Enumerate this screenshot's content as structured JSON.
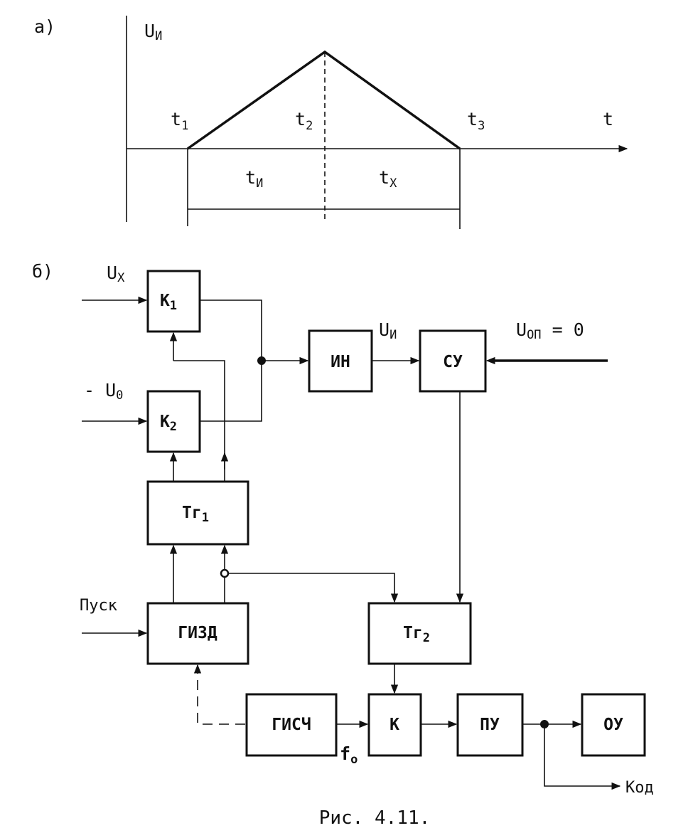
{
  "panel_a": {
    "label": "а)",
    "y_axis_label": {
      "main": "U",
      "sub": "И"
    },
    "x_axis_label": "t",
    "t1": {
      "main": "t",
      "sub": "1"
    },
    "t2": {
      "main": "t",
      "sub": "2"
    },
    "t3": {
      "main": "t",
      "sub": "3"
    },
    "ti": {
      "main": "t",
      "sub": "И"
    },
    "tx": {
      "main": "t",
      "sub": "X"
    }
  },
  "panel_b": {
    "label": "б)",
    "inputs": {
      "ux": {
        "main": "U",
        "sub": "X"
      },
      "u0": {
        "main": "- U",
        "sub": "0"
      },
      "ui": {
        "main": "U",
        "sub": "И"
      },
      "uop": {
        "main": "U",
        "sub": "ОП",
        "suffix": " = 0"
      },
      "start": "Пуск",
      "fo": {
        "main": "f",
        "sub": "о"
      },
      "code": "Код"
    },
    "blocks": {
      "k1": {
        "main": "К",
        "sub": "1"
      },
      "k2": {
        "main": "К",
        "sub": "2"
      },
      "tg1": {
        "main": "Тг",
        "sub": "1"
      },
      "tg2": {
        "main": "Тг",
        "sub": "2"
      },
      "in": "ИН",
      "su": "СУ",
      "gizd": "ГИЗД",
      "gisch": "ГИСЧ",
      "k": "К",
      "pu": "ПУ",
      "ou": "ОУ"
    }
  },
  "caption": "Рис. 4.11."
}
